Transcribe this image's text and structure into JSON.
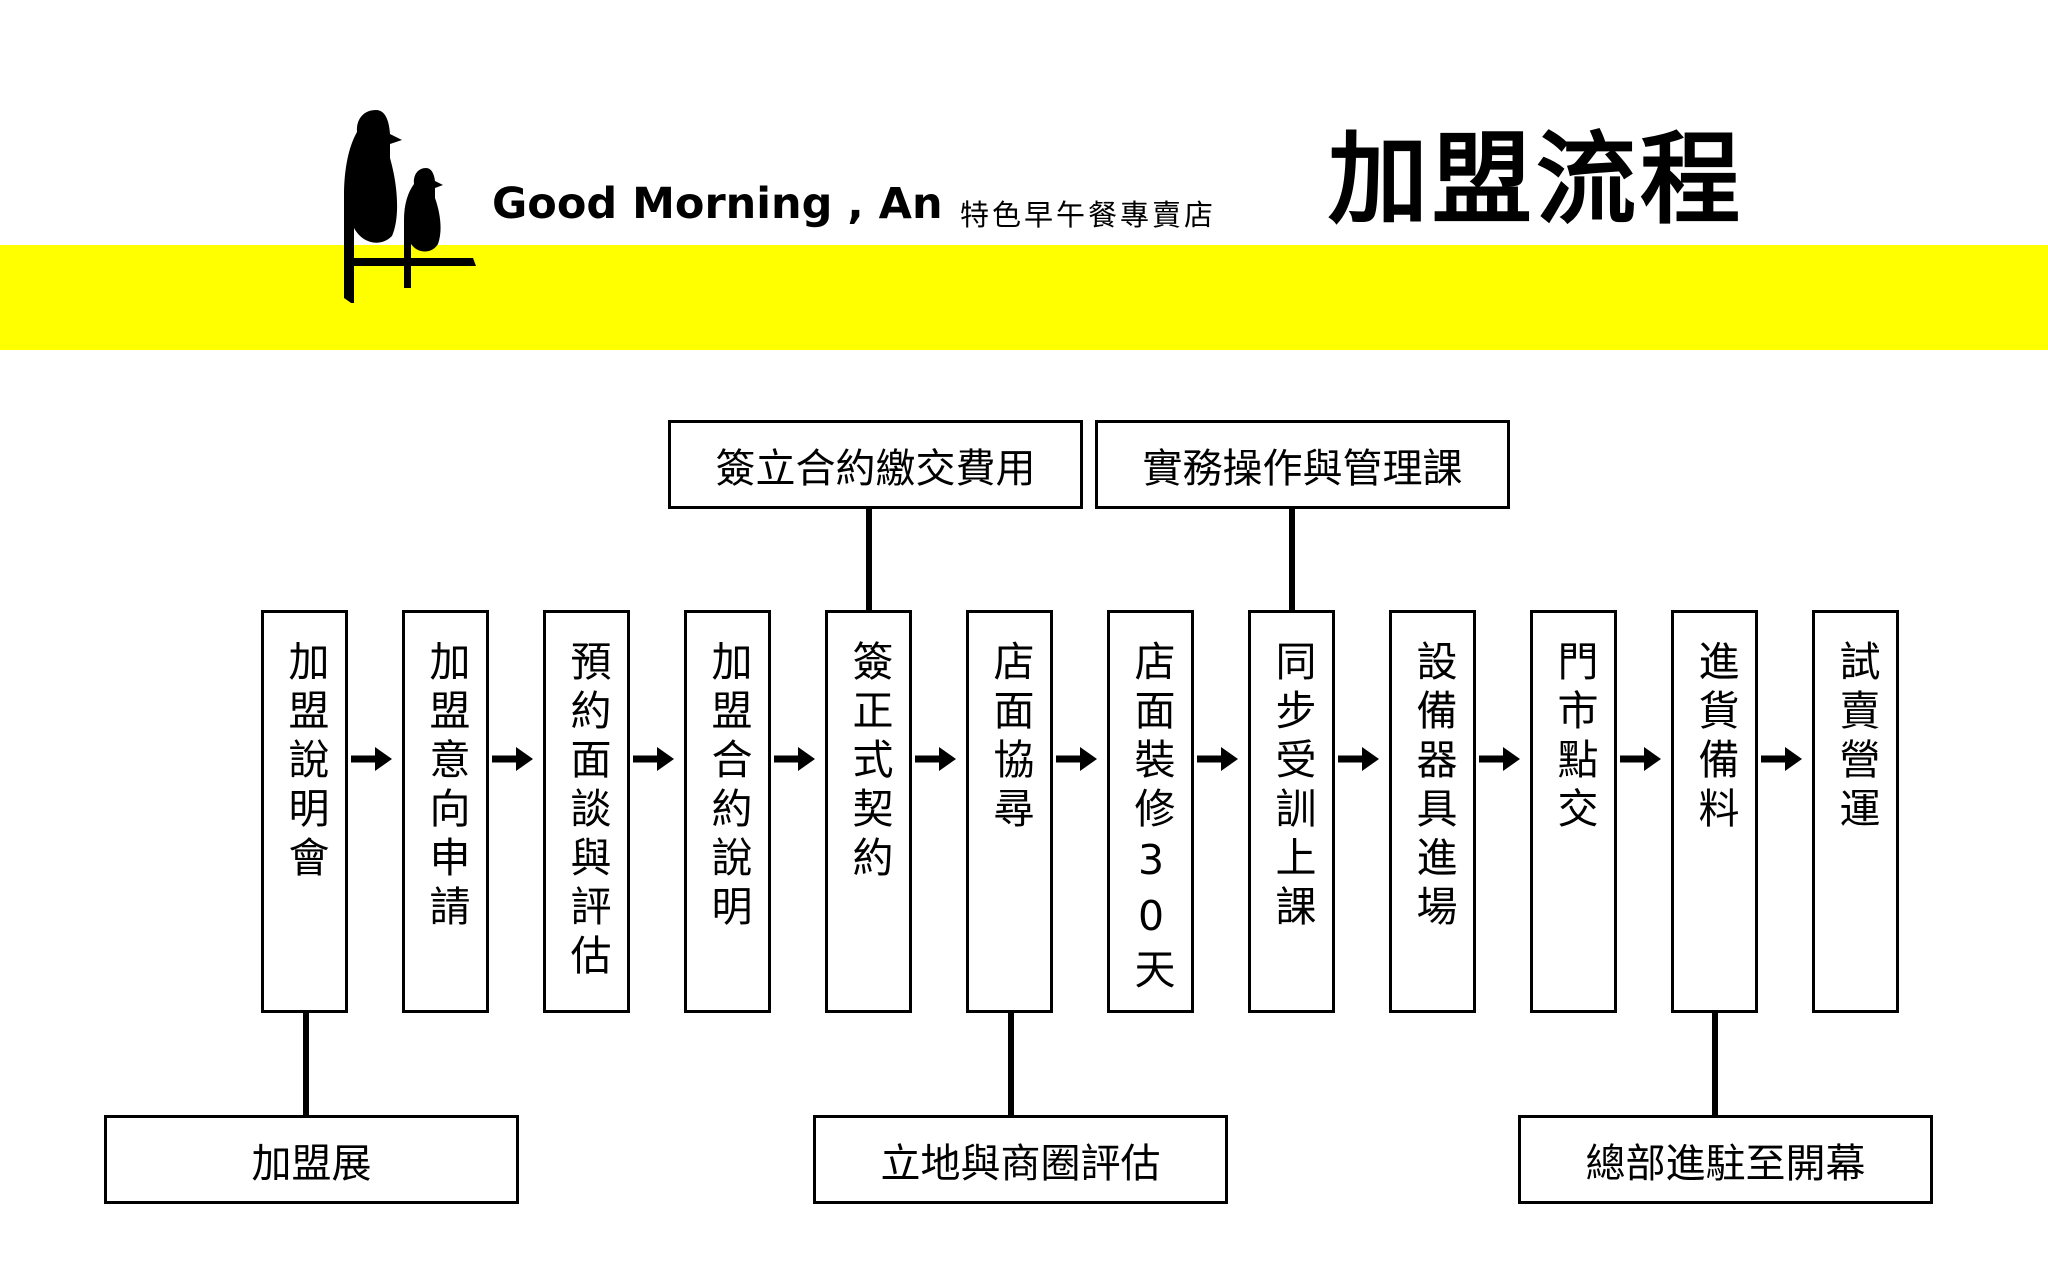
{
  "header": {
    "brand_name": "Good Morning , An",
    "tagline": "特色早午餐專賣店",
    "title": "加盟流程"
  },
  "colors": {
    "accent_band": "#ffff00",
    "ink": "#000000"
  },
  "icons": {
    "logo": "two-birds-on-branch-icon"
  },
  "flow": {
    "steps": [
      "加盟說明會",
      "加盟意向申請",
      "預約面談與評估",
      "加盟合約說明",
      "簽正式契約",
      "店面協尋",
      "店面裝修30天",
      "同步受訓上課",
      "設備器具進場",
      "門市點交",
      "進貨備料",
      "試賣營運"
    ],
    "top_notes": [
      {
        "label": "簽立合約繳交費用",
        "attached_step": "簽正式契約"
      },
      {
        "label": "實務操作與管理課",
        "attached_step": "同步受訓上課"
      }
    ],
    "bottom_notes": [
      {
        "label": "加盟展",
        "attached_step": "加盟說明會"
      },
      {
        "label": "立地與商圈評估",
        "attached_step": "店面協尋"
      },
      {
        "label": "總部進駐至開幕",
        "attached_step": "進貨備料"
      }
    ]
  }
}
